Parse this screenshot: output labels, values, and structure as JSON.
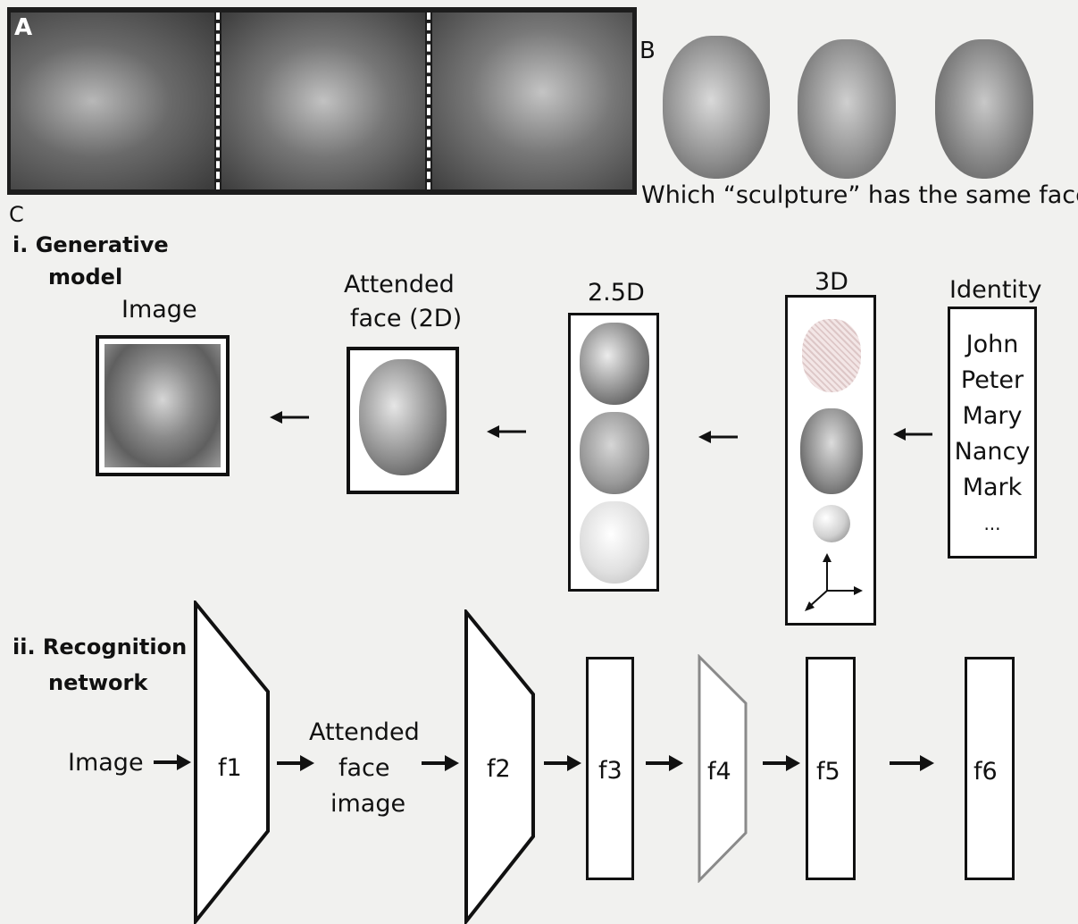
{
  "panel_labels": {
    "a": "A",
    "b": "B",
    "c": "C"
  },
  "panel_b": {
    "question": "Which “sculpture” has the same face?"
  },
  "generative": {
    "title_line1": "i. Generative",
    "title_line2": "model",
    "image_label": "Image",
    "attended_line1": "Attended",
    "attended_line2": "face (2D)",
    "label_25d": "2.5D",
    "label_3d": "3D",
    "identity_label": "Identity",
    "identities": [
      "John",
      "Peter",
      "Mary",
      "Nancy",
      "Mark",
      "..."
    ]
  },
  "recognition": {
    "title_line1": "ii. Recognition",
    "title_line2": "network",
    "input_label": "Image",
    "f1": "f1",
    "attended_line1": "Attended",
    "attended_line2": "face",
    "attended_line3": "image",
    "f2": "f2",
    "f3": "f3",
    "f4": "f4",
    "f5": "f5",
    "f6": "f6"
  }
}
